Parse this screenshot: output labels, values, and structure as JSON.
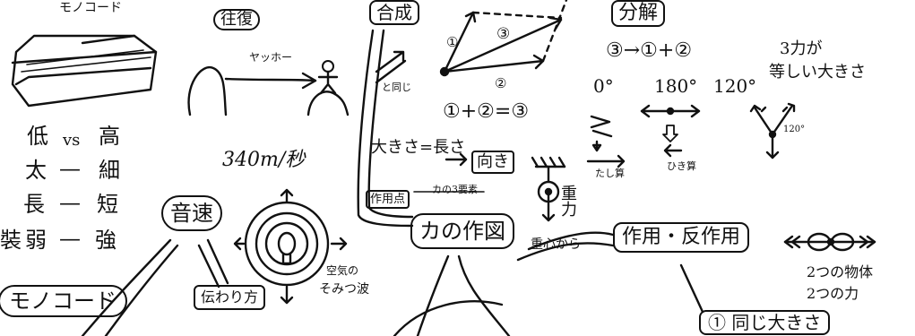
{
  "labels": {
    "monochord_top": "モノコード",
    "round_trip": "往復",
    "yahho": "ヤッホー",
    "same": "と同じ",
    "speed": "340m/秒",
    "pitch_low": "低",
    "pitch_vs": "vs",
    "pitch_high": "高",
    "thick": "太",
    "thin": "細",
    "long": "長",
    "short": "短",
    "weak": "弱",
    "strong": "強",
    "weak_left": "裝",
    "dash": "—",
    "sound": "音",
    "speed_char": "速",
    "monochord_bottom": "モノコード",
    "transmission": "伝わり方",
    "air_wave_1": "空気の",
    "air_wave_2": "そみつ波",
    "composition": "合成",
    "sum_formula": "①+②=③",
    "magnitude": "大きさ=長さ",
    "direction": "向き",
    "point_of_action": "作用点",
    "three_elements": "カの3要素",
    "force_diagram": "カの作図",
    "gravity": "重力",
    "from_center": "重心から",
    "decomposition": "分解",
    "decomp_formula": "③→①+②",
    "angle_0": "0°",
    "angle_180": "180°",
    "angle_120": "120°",
    "three_forces_1": "3力が",
    "three_forces_2": "等しい大きさ",
    "add_label": "たし算",
    "sub_label": "ひき算",
    "angle_small": "120°",
    "action_reaction": "作用・反作用",
    "two_objects": "2つの物体",
    "two_forces": "2つの力",
    "same_size": "① 同じ大きさ"
  },
  "numbers": {
    "n1": "①",
    "n2": "②",
    "n3": "③"
  }
}
